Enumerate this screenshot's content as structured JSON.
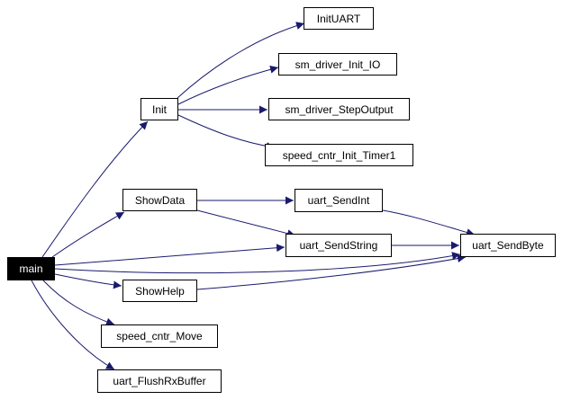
{
  "nodes": {
    "main": "main",
    "init": "Init",
    "init_uart": "InitUART",
    "sm_driver_init_io": "sm_driver_Init_IO",
    "sm_driver_step_output": "sm_driver_StepOutput",
    "speed_cntr_init_timer1": "speed_cntr_Init_Timer1",
    "show_data": "ShowData",
    "uart_send_int": "uart_SendInt",
    "uart_send_string": "uart_SendString",
    "uart_send_byte": "uart_SendByte",
    "show_help": "ShowHelp",
    "speed_cntr_move": "speed_cntr_Move",
    "uart_flush_rx_buffer": "uart_FlushRxBuffer"
  },
  "edges": [
    {
      "from": "main",
      "to": "init"
    },
    {
      "from": "main",
      "to": "show_data"
    },
    {
      "from": "main",
      "to": "uart_send_string"
    },
    {
      "from": "main",
      "to": "uart_send_byte"
    },
    {
      "from": "main",
      "to": "show_help"
    },
    {
      "from": "main",
      "to": "speed_cntr_move"
    },
    {
      "from": "main",
      "to": "uart_flush_rx_buffer"
    },
    {
      "from": "init",
      "to": "init_uart"
    },
    {
      "from": "init",
      "to": "sm_driver_init_io"
    },
    {
      "from": "init",
      "to": "sm_driver_step_output"
    },
    {
      "from": "init",
      "to": "speed_cntr_init_timer1"
    },
    {
      "from": "show_data",
      "to": "uart_send_int"
    },
    {
      "from": "show_data",
      "to": "uart_send_string"
    },
    {
      "from": "uart_send_int",
      "to": "uart_send_byte"
    },
    {
      "from": "uart_send_string",
      "to": "uart_send_byte"
    },
    {
      "from": "show_help",
      "to": "uart_send_byte"
    }
  ],
  "colors": {
    "edge": "#1a1a6e",
    "node_border": "#000000",
    "root_fill": "#000000",
    "root_text": "#ffffff"
  }
}
